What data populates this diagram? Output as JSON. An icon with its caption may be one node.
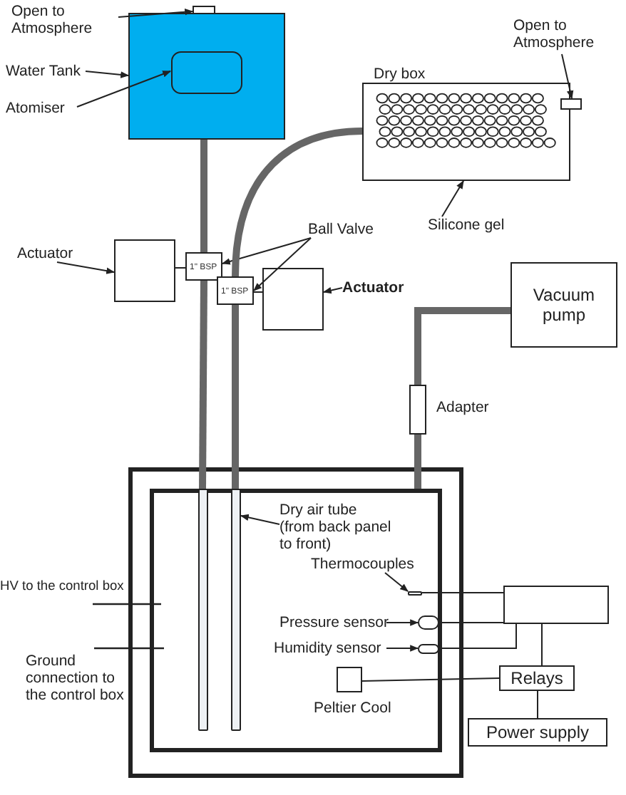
{
  "diagram": {
    "nodes": [
      {
        "text": [
          "Open to Atmosphere"
        ]
      },
      {
        "text": [],
        "shape": "box"
      },
      {
        "text": [
          "Water Tank"
        ]
      },
      {
        "text": [],
        "shape": "box"
      },
      {
        "text": [],
        "shape": "box",
        "in": 3
      },
      {
        "text": [
          "Atomiser"
        ]
      },
      {
        "text": [
          "Dry box"
        ]
      },
      {
        "text": [
          "Open to Atmosphere"
        ]
      },
      {
        "text": [],
        "shape": "box"
      },
      {
        "text": [
          "Silicone gel"
        ]
      },
      {
        "text": [
          "Actuator"
        ]
      },
      {
        "text": [],
        "shape": "box"
      },
      {
        "text": [
          "Ball Valve"
        ]
      },
      {
        "text": [
          "1\" BSP"
        ]
      },
      {
        "text": [
          "1\" BSP"
        ]
      },
      {
        "text": [],
        "shape": "box"
      },
      {
        "text": [
          "Actuator"
        ]
      },
      {
        "text": [
          "Vacuum pump"
        ]
      },
      {
        "text": [],
        "shape": "box",
        "beside": [
          "Adapter"
        ]
      },
      {
        "text": [],
        "shape": "box"
      },
      {
        "text": [],
        "shape": "box",
        "in": 19
      },
      {
        "text": [],
        "shape": "bar",
        "in": 20
      },
      {
        "text": [],
        "shape": "bar",
        "in": 20
      },
      {
        "text": [
          "Dry  air tube (from back panel to front)"
        ],
        "in": 20
      },
      {
        "text": [
          "Thermocouples"
        ],
        "in": 20
      },
      {
        "text": [
          "Pressure sensor"
        ],
        "in": 20
      },
      {
        "text": [],
        "shape": "box",
        "in": 20
      },
      {
        "text": [
          "Humidity sensor"
        ],
        "in": 20
      },
      {
        "text": [],
        "shape": "box",
        "in": 20
      },
      {
        "text": [
          "Peltier Cool"
        ],
        "in": 20
      },
      {
        "text": [],
        "shape": "box"
      },
      {
        "text": [
          "Relays"
        ]
      },
      {
        "text": [
          "Power supply"
        ]
      },
      {
        "text": [],
        "shape": "bar",
        "in": 20
      }
    ],
    "edges": [
      {
        "from": 0,
        "to": 1,
        "arrow": "to"
      },
      {
        "from": 2,
        "to": 3,
        "arrow": "to"
      },
      {
        "from": 5,
        "to": 4,
        "arrow": "to"
      },
      {
        "from": 7,
        "to": 8,
        "arrow": "to"
      },
      {
        "from": 9,
        "to": 6,
        "arrow": "to"
      },
      {
        "from": 10,
        "to": 11,
        "arrow": "to"
      },
      {
        "from": 12,
        "to": 13,
        "arrow": "to"
      },
      {
        "from": 12,
        "to": 14,
        "arrow": "to"
      },
      {
        "from": 16,
        "to": 15,
        "arrow": "to"
      },
      {
        "from": 3,
        "to": 13,
        "arrow": "none",
        "style": "thick"
      },
      {
        "from": 13,
        "to": 21,
        "arrow": "none",
        "style": "thick"
      },
      {
        "from": 6,
        "to": 14,
        "arrow": "none",
        "style": "thick"
      },
      {
        "from": 14,
        "to": 22,
        "arrow": "none",
        "style": "thick"
      },
      {
        "from": 17,
        "to": 18,
        "arrow": "none",
        "style": "thick"
      },
      {
        "from": 18,
        "to": 20,
        "arrow": "none",
        "style": "thick"
      },
      {
        "from": 11,
        "to": 13,
        "arrow": "none"
      },
      {
        "from": 15,
        "to": 14,
        "arrow": "none"
      },
      {
        "from": 23,
        "to": 22,
        "arrow": "to"
      },
      {
        "from": 24,
        "to": 33,
        "arrow": "to"
      },
      {
        "from": 25,
        "to": 26,
        "arrow": "to"
      },
      {
        "from": 27,
        "to": 28,
        "arrow": "to"
      },
      {
        "from": 30,
        "to": 33,
        "arrow": "none"
      },
      {
        "from": 26,
        "to": 30,
        "arrow": "none"
      },
      {
        "from": 28,
        "to": 30,
        "arrow": "none"
      },
      {
        "from": 30,
        "to": 31,
        "arrow": "none"
      },
      {
        "from": 29,
        "to": 31,
        "arrow": "none"
      },
      {
        "from": 31,
        "to": 32,
        "arrow": "none"
      }
    ],
    "labels": [
      "HV to the control box",
      "Ground connection to the control box"
    ]
  }
}
